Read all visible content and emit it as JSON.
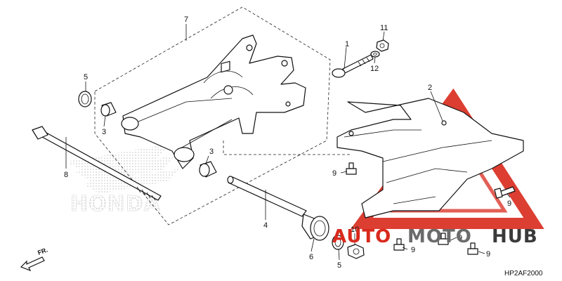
{
  "diagram": {
    "callouts": [
      {
        "id": "c7",
        "text": "7"
      },
      {
        "id": "c5a",
        "text": "5"
      },
      {
        "id": "c3a",
        "text": "3"
      },
      {
        "id": "c3b",
        "text": "3"
      },
      {
        "id": "c8",
        "text": "8"
      },
      {
        "id": "c4",
        "text": "4"
      },
      {
        "id": "c6",
        "text": "6"
      },
      {
        "id": "c5b",
        "text": "5"
      },
      {
        "id": "c10",
        "text": "10"
      },
      {
        "id": "c1",
        "text": "1"
      },
      {
        "id": "c11",
        "text": "11"
      },
      {
        "id": "c12",
        "text": "12"
      },
      {
        "id": "c2",
        "text": "2"
      },
      {
        "id": "c9a",
        "text": "9"
      },
      {
        "id": "c9b",
        "text": "9"
      },
      {
        "id": "c9c",
        "text": "9"
      },
      {
        "id": "c9d",
        "text": "9"
      },
      {
        "id": "c9e",
        "text": "9"
      }
    ],
    "direction_label": "FR.",
    "diagram_code": "HP2AF2000",
    "background_brand": "HONDA",
    "watermark": {
      "word_1": "AUTO",
      "word_2": "MOTO",
      "word_3": "HUB",
      "colors": {
        "red": "#d9291c",
        "gray": "#6b6b6b",
        "dark": "#3a3a3a"
      }
    }
  }
}
